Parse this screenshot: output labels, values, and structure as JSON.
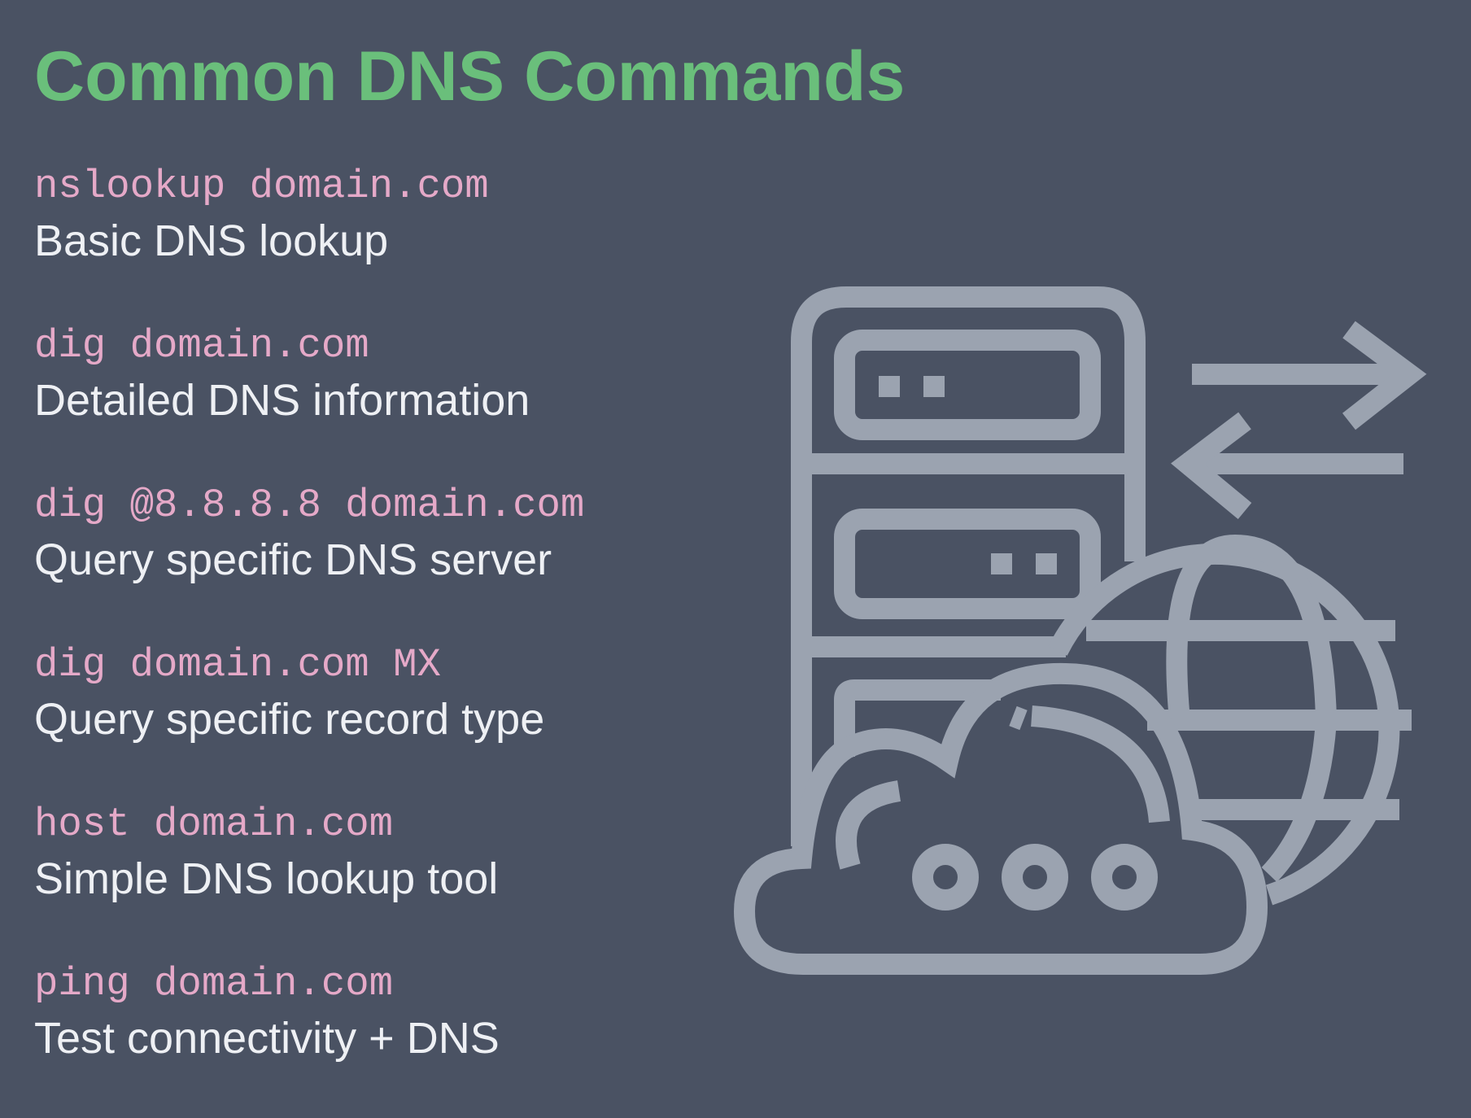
{
  "slide": {
    "title": "Common DNS Commands",
    "commands": [
      {
        "command": "nslookup domain.com",
        "description": "Basic DNS lookup"
      },
      {
        "command": "dig domain.com",
        "description": "Detailed DNS information"
      },
      {
        "command": "dig @8.8.8.8 domain.com",
        "description": "Query specific DNS server"
      },
      {
        "command": "dig domain.com MX",
        "description": "Query specific record type"
      },
      {
        "command": "host domain.com",
        "description": "Simple DNS lookup tool"
      },
      {
        "command": "ping domain.com",
        "description": "Test connectivity + DNS"
      }
    ],
    "illustration": "dns-server-cloud-globe-icon",
    "colors": {
      "background": "#4a5263",
      "title": "#6abf7b",
      "command": "#e5a9c8",
      "description": "#eef0f4",
      "icon": "#9ba3b0"
    }
  }
}
